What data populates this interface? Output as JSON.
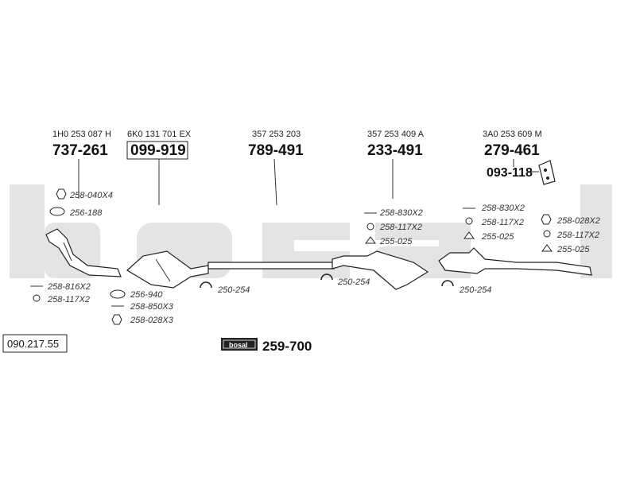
{
  "watermark": {
    "color": "#e4e4e4"
  },
  "groups": [
    {
      "oem": "1H0 253 087 H",
      "part": "737-261"
    },
    {
      "oem": "6K0 131 701 EX",
      "part": "099-919"
    },
    {
      "oem": "357 253 203",
      "part": "789-491"
    },
    {
      "oem": "357 253 409 A",
      "part": "233-491"
    },
    {
      "oem": "3A0 253 609 M",
      "part": "279-461"
    }
  ],
  "bracket": {
    "part": "093-118"
  },
  "accessories": {
    "a1": "258-040X4",
    "a2": "256-188",
    "a3": "258-816X2",
    "a4": "258-117X2",
    "a5": "256-940",
    "a6": "258-850X3",
    "a7": "258-028X3",
    "a8": "250-254",
    "a9": "258-830X2",
    "a10": "258-117X2",
    "a11": "255-025",
    "a12": "250-254",
    "a13": "258-830X2",
    "a14": "258-117X2",
    "a15": "255-025",
    "a16": "258-028X2",
    "a17": "258-117X2",
    "a18": "255-025",
    "a19": "250-254"
  },
  "assembly": {
    "part": "259-700",
    "logo": "bosal"
  },
  "reference": "090.217.55"
}
